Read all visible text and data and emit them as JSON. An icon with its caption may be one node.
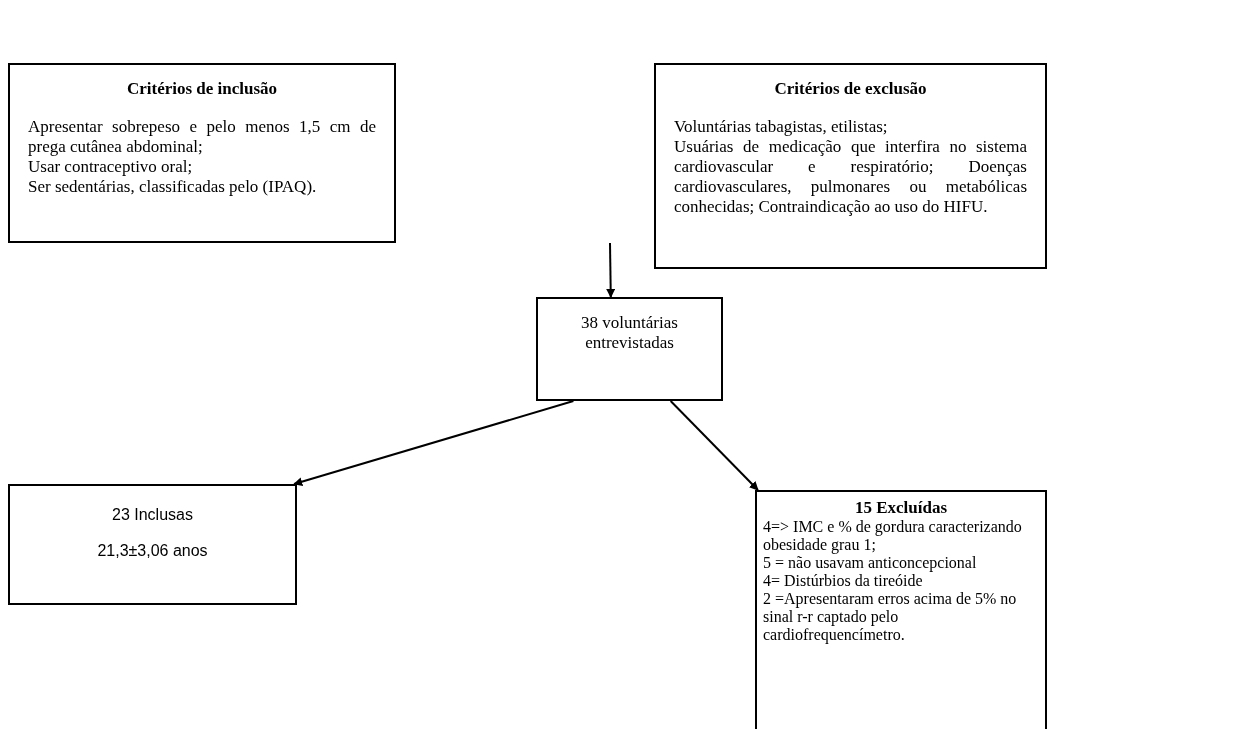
{
  "diagram": {
    "nodes": [
      {
        "text": [
          "Critérios de inclusão",
          "Apresentar sobrepeso e pelo menos 1,5 cm de prega cutânea abdominal;",
          "Usar contraceptivo oral;",
          "Ser sedentárias, classificadas pelo (IPAQ)."
        ]
      },
      {
        "text": [
          "Critérios de exclusão",
          "Voluntárias tabagistas, etilistas;",
          "Usuárias de medicação que interfira no sistema cardiovascular e respiratório; Doenças cardiovasculares, pulmonares ou metabólicas conhecidas; Contraindicação ao uso do HIFU."
        ]
      },
      {
        "text": [
          "38 voluntárias entrevistadas"
        ]
      },
      {
        "text": [
          "23 Inclusas",
          "21,3±3,06 anos"
        ]
      },
      {
        "text": [
          "15 Excluídas",
          "4=> IMC e % de gordura caracterizando obesidade grau 1;",
          "5 = não usavam anticoncepcional",
          "4= Distúrbios da tireóide",
          "2 =Apresentaram erros acima de 5% no sinal r-r captado pelo cardiofrequencímetro."
        ]
      }
    ],
    "edges": [
      {
        "from": null,
        "to": 2,
        "arrow": "to"
      },
      {
        "from": 2,
        "to": 3,
        "arrow": "to"
      },
      {
        "from": 2,
        "to": 4,
        "arrow": "to"
      }
    ]
  }
}
